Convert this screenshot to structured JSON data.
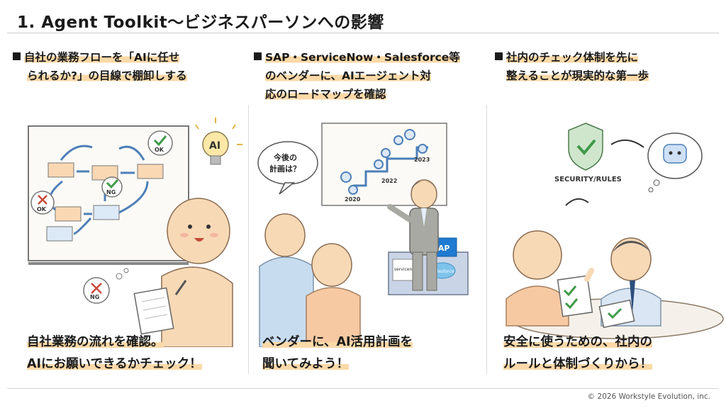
{
  "title": "1. Agent Toolkit～ビジネスパーソンへの影響",
  "columns": [
    {
      "heading": [
        "自社の業務フローを「AIに任せ",
        "られるか?」の目線で棚卸しする"
      ],
      "caption": [
        "自社業務の流れを確認。",
        "AIにお願いできるかチェック！"
      ],
      "illustration": {
        "bulb_text": "AI",
        "bubble_ok_1": "OK",
        "bubble_ok_2": "OK",
        "bubble_ng_board": "NG",
        "bubble_ng_person": "NG"
      }
    },
    {
      "heading": [
        "SAP・ServiceNow・Salesforce等",
        "のベンダーに、AIエージェント対",
        "応のロードマップを確認"
      ],
      "caption": [
        "ベンダーに、AI活用計画を",
        "聞いてみよう！"
      ],
      "illustration": {
        "speech": [
          "今後の",
          "計画は？"
        ],
        "years": [
          "2020",
          "2022",
          "2023"
        ],
        "logo_sap": "SAP",
        "logo_servicenow": "servicenow",
        "logo_salesforce": "salesforce"
      }
    },
    {
      "heading": [
        "社内のチェック体制を先に",
        "整えることが現実的な第一歩"
      ],
      "caption": [
        "安全に使うための、社内の",
        "ルールと体制づくりから！"
      ],
      "illustration": {
        "shield_label": "SECURITY/RULES"
      }
    }
  ],
  "footer": "© 2026 Workstyle Evolution, inc.",
  "colors": {
    "highlight": "#fbd9a8",
    "skin": "#f7d9b6",
    "sap_blue": "#1f7ad1",
    "check_green": "#3f9a4a",
    "ng_red": "#c94a3a"
  }
}
